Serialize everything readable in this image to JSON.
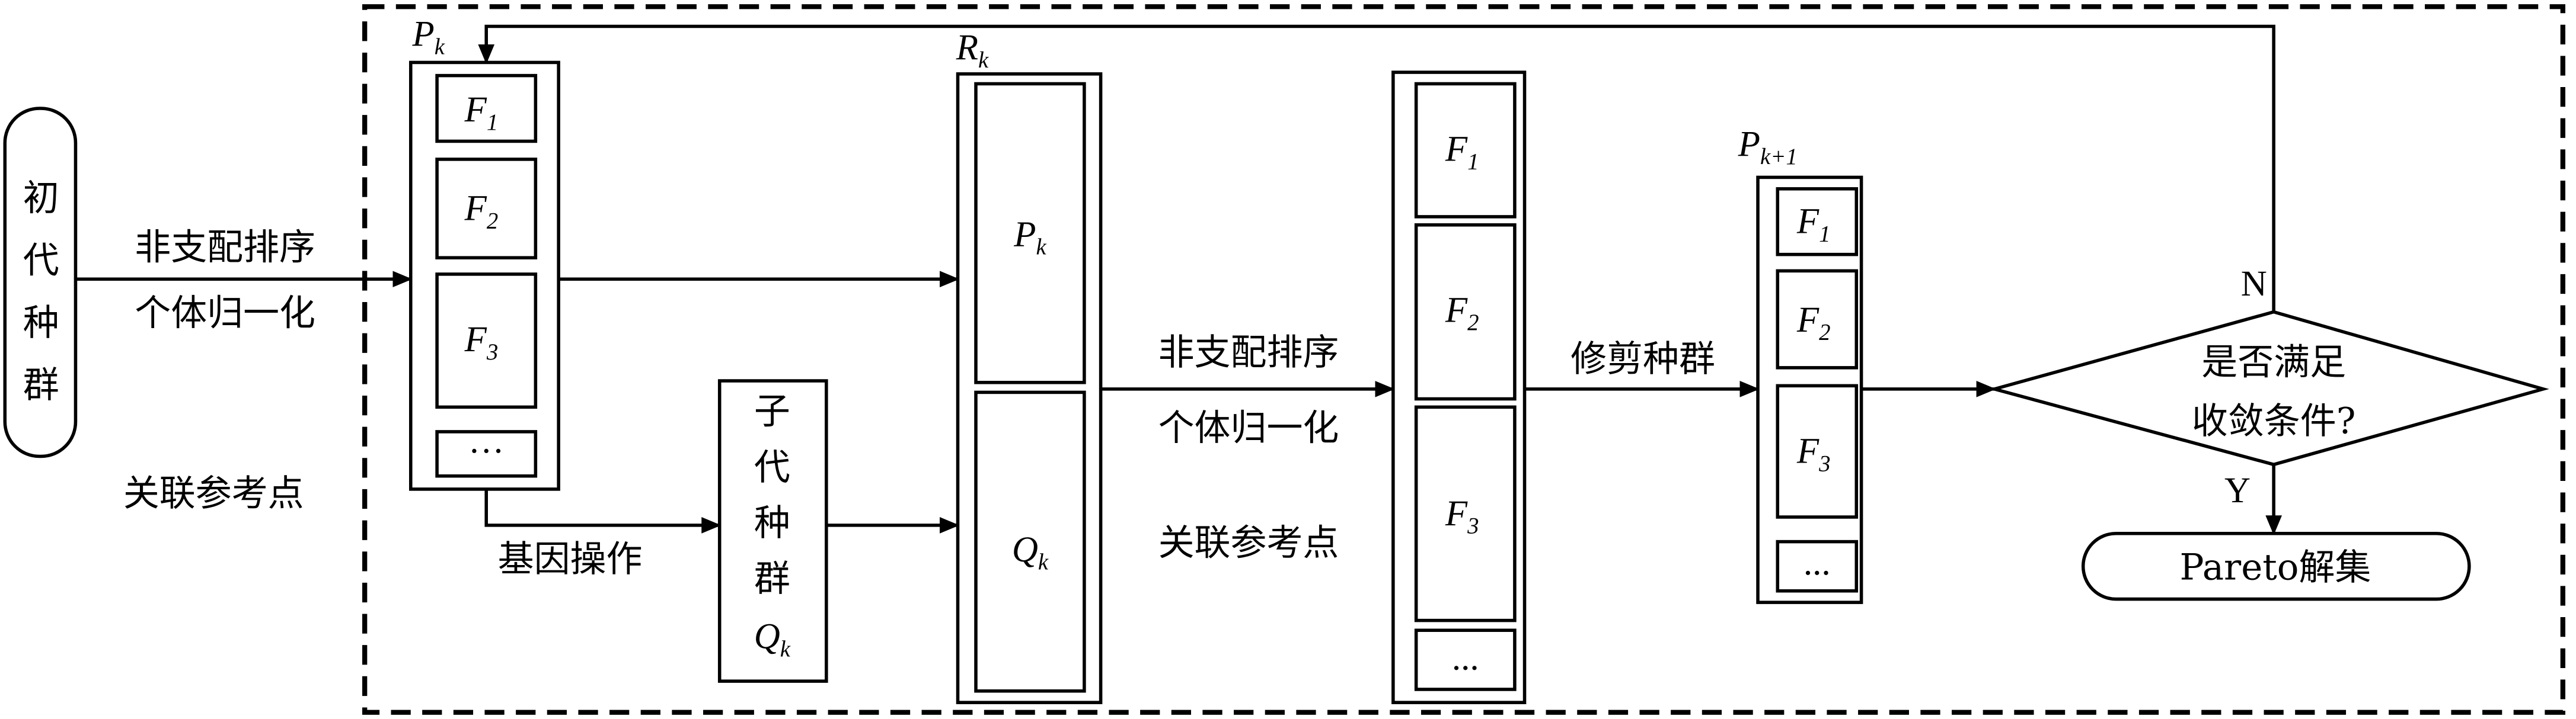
{
  "start": {
    "chars": [
      "初",
      "代",
      "种",
      "群"
    ]
  },
  "left_labels": {
    "sort": "非支配排序",
    "normalize": "个体归一化",
    "associate": "关联参考点"
  },
  "pk": {
    "label": "P",
    "sub": "k",
    "fronts": [
      {
        "f": "F",
        "s": "1"
      },
      {
        "f": "F",
        "s": "2"
      },
      {
        "f": "F",
        "s": "3"
      }
    ],
    "more": "···"
  },
  "genetic_op": "基因操作",
  "offspring": {
    "chars": [
      "子",
      "代",
      "种",
      "群"
    ],
    "label": "Q",
    "sub": "k"
  },
  "rk": {
    "label": "R",
    "sub": "k",
    "top": {
      "f": "P",
      "s": "k"
    },
    "bottom": {
      "f": "Q",
      "s": "k"
    }
  },
  "mid_labels": {
    "sort": "非支配排序",
    "normalize": "个体归一化",
    "associate": "关联参考点"
  },
  "sorted": {
    "fronts": [
      {
        "f": "F",
        "s": "1"
      },
      {
        "f": "F",
        "s": "2"
      },
      {
        "f": "F",
        "s": "3"
      }
    ],
    "more": "..."
  },
  "trim": "修剪种群",
  "pk1": {
    "label": "P",
    "sub": "k+1",
    "fronts": [
      {
        "f": "F",
        "s": "1"
      },
      {
        "f": "F",
        "s": "2"
      },
      {
        "f": "F",
        "s": "3"
      }
    ],
    "more": "..."
  },
  "decision": {
    "line1": "是否满足",
    "line2": "收敛条件?",
    "no": "N",
    "yes": "Y"
  },
  "result": "Pareto解集"
}
